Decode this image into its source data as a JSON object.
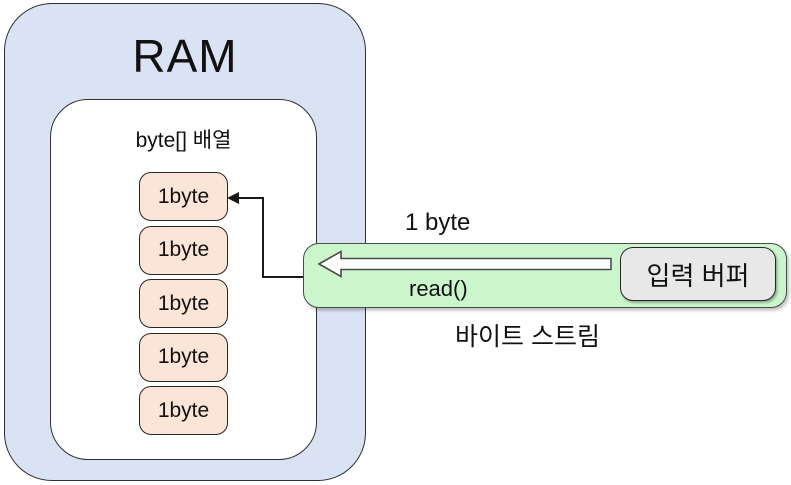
{
  "ram": {
    "label": "RAM"
  },
  "byte_array": {
    "label": "byte[] 배열",
    "cells": [
      "1byte",
      "1byte",
      "1byte",
      "1byte",
      "1byte"
    ]
  },
  "stream": {
    "top_label": "1 byte",
    "method_label": "read()",
    "bottom_label": "바이트 스트림"
  },
  "buffer": {
    "label": "입력 버퍼"
  },
  "colors": {
    "ram_fill": "#dae3f3",
    "cell_fill": "#fbe5d6",
    "stream_fill": "#cbf6cc",
    "buffer_fill": "#e9e8e8",
    "outline": "#262626"
  }
}
